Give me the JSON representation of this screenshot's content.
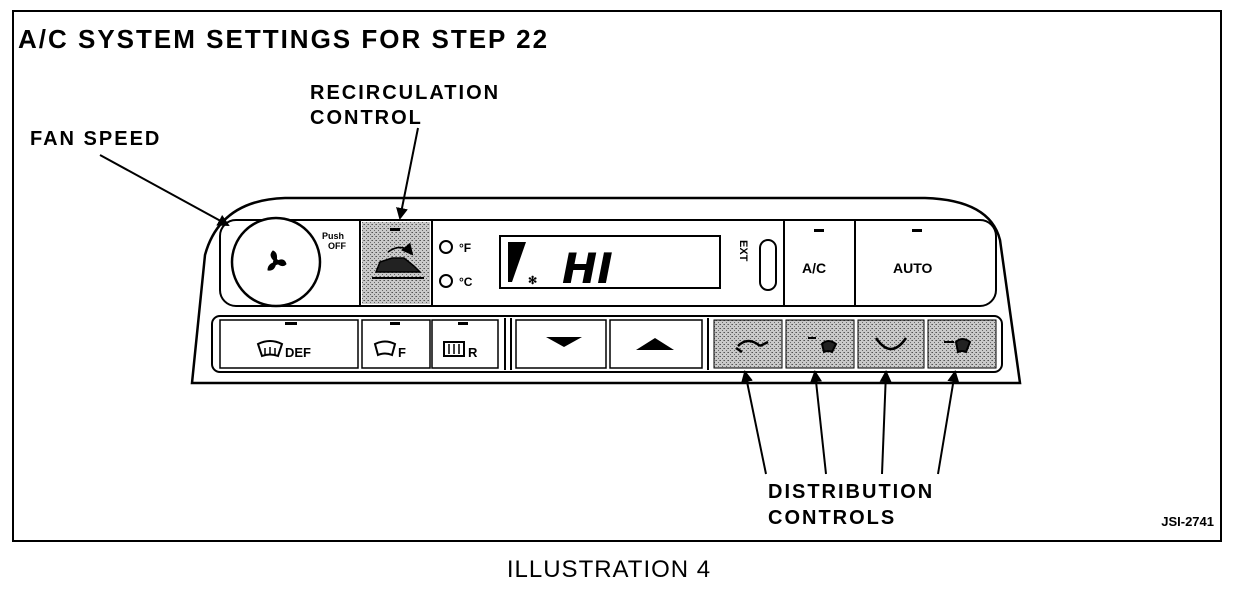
{
  "figure": {
    "title": "A/C SYSTEM SETTINGS FOR STEP 22",
    "caption": "ILLUSTRATION 4",
    "ref_code": "JSI-2741"
  },
  "callouts": {
    "fan_speed": "FAN SPEED",
    "recirculation_line1": "RECIRCULATION",
    "recirculation_line2": "CONTROL",
    "distribution_line1": "DISTRIBUTION",
    "distribution_line2": "CONTROLS"
  },
  "panel": {
    "fan_knob_label": "Push OFF",
    "fan_knob_push": "Push",
    "fan_knob_off": "OFF",
    "unit_f": "°F",
    "unit_c": "°C",
    "display_value": "HI",
    "ext_label": "EXT",
    "ac_button": "A/C",
    "auto_button": "AUTO",
    "def_button": "DEF",
    "front_button": "F",
    "rear_button": "R"
  },
  "icons": {
    "fan": "fan-icon",
    "recirculation": "recirculation-car-icon",
    "windshield": "windshield-defrost-icon",
    "rear": "rear-defrost-icon",
    "down": "down-arrow-icon",
    "up": "up-arrow-icon",
    "vent": "vent-mode-icon",
    "bilevel": "bilevel-mode-icon",
    "floor": "floor-mode-icon",
    "floordef": "floor-defrost-mode-icon"
  }
}
